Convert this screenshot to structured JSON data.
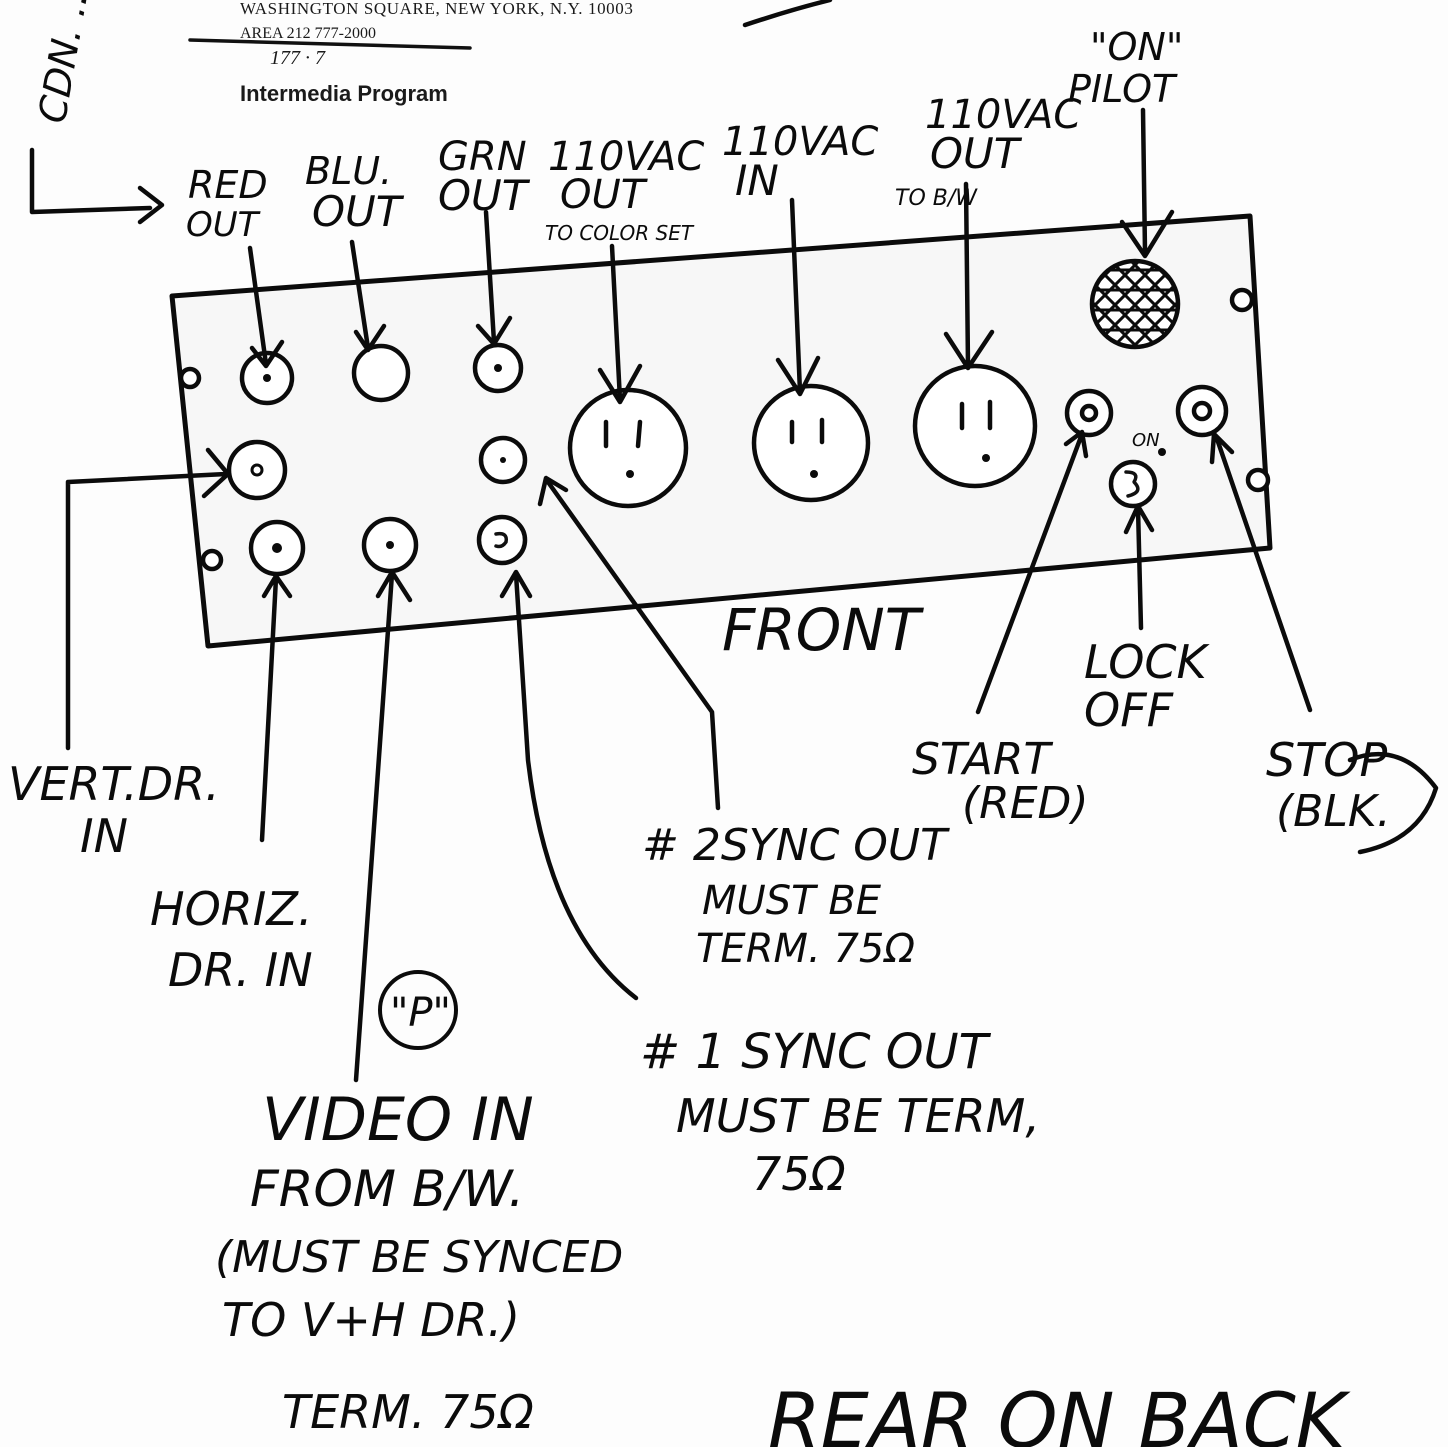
{
  "letterhead": {
    "address": "WASHINGTON SQUARE, NEW YORK, N.Y. 10003",
    "phone": "AREA 212 777-2000",
    "phone_extra": "177 · 7",
    "program": "Intermedia Program"
  },
  "corner_scribble": "CDN. ...",
  "top_labels": {
    "red_out": [
      "RED",
      "OUT"
    ],
    "blu_out": [
      "BLU.",
      "OUT"
    ],
    "grn_out": [
      "GRN",
      "OUT"
    ],
    "ac_out_color": [
      "110VAC",
      "OUT",
      "TO COLOR SET"
    ],
    "ac_in": [
      "110VAC",
      "IN"
    ],
    "ac_out_bw": [
      "110VAC",
      "OUT",
      "TO B/W"
    ],
    "pilot": [
      "\"ON\"",
      "PILOT"
    ]
  },
  "panel": {
    "front": "FRONT",
    "on_mark": "ON"
  },
  "bottom_labels": {
    "vert_dr": [
      "VERT.DR.",
      "IN"
    ],
    "horiz_dr": [
      "HORIZ.",
      "DR. IN"
    ],
    "p_mark": "\"P\"",
    "video_in": [
      "VIDEO IN",
      "FROM B/W.",
      "(MUST BE SYNCED",
      "TO V+H DR.)"
    ],
    "video_term": "TERM. 75Ω",
    "sync2": [
      "# 2SYNC OUT",
      "MUST BE",
      "TERM. 75Ω"
    ],
    "sync1": [
      "# 1 SYNC OUT",
      "MUST BE TERM,",
      "75Ω"
    ],
    "lock_off": [
      "LOCK",
      "OFF"
    ],
    "start": [
      "START",
      "(RED)"
    ],
    "stop": [
      "STOP",
      "(BLK."
    ],
    "rear": "REAR ON BACK"
  }
}
